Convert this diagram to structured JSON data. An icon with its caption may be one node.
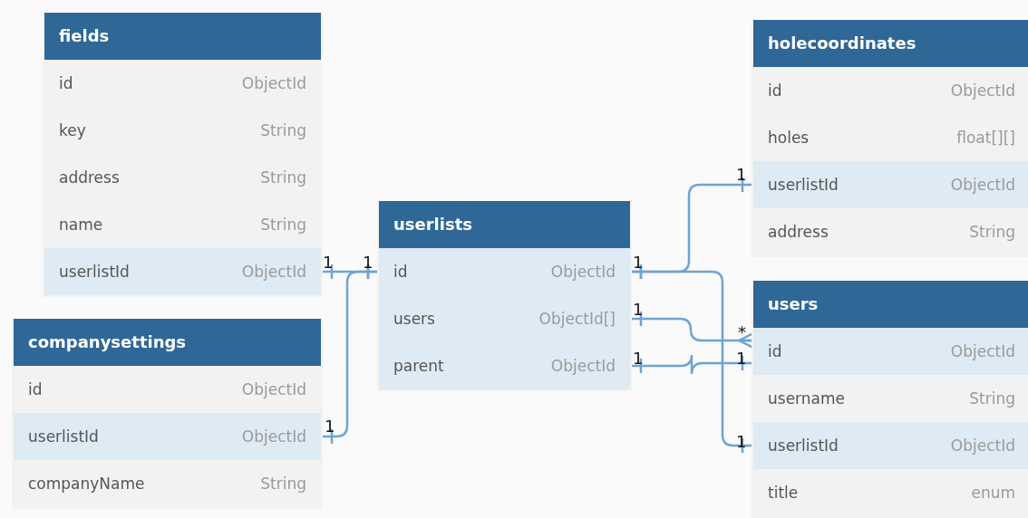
{
  "diagram": {
    "nodes": [
      {
        "text": [
          "fields"
        ]
      },
      {
        "text": [
          "id",
          "ObjectId"
        ],
        "in": 0
      },
      {
        "text": [
          "key",
          "String"
        ],
        "in": 0
      },
      {
        "text": [
          "address",
          "String"
        ],
        "in": 0
      },
      {
        "text": [
          "name",
          "String"
        ],
        "in": 0
      },
      {
        "text": [
          "userlistId",
          "ObjectId"
        ],
        "in": 0
      },
      {
        "text": [
          "holecoordinates"
        ]
      },
      {
        "text": [
          "id",
          "ObjectId"
        ],
        "in": 6
      },
      {
        "text": [
          "holes",
          "float[][]"
        ],
        "in": 6
      },
      {
        "text": [
          "userlistId",
          "ObjectId"
        ],
        "in": 6
      },
      {
        "text": [
          "address",
          "String"
        ],
        "in": 6
      },
      {
        "text": [
          "userlists"
        ]
      },
      {
        "text": [
          "id",
          "ObjectId"
        ],
        "in": 11
      },
      {
        "text": [
          "users",
          "ObjectId[]"
        ],
        "in": 11
      },
      {
        "text": [
          "parent",
          "ObjectId"
        ],
        "in": 11
      },
      {
        "text": [
          "companysettings"
        ]
      },
      {
        "text": [
          "id",
          "ObjectId"
        ],
        "in": 15
      },
      {
        "text": [
          "userlistId",
          "ObjectId"
        ],
        "in": 15
      },
      {
        "text": [
          "companyName",
          "String"
        ],
        "in": 15
      },
      {
        "text": [
          "users"
        ]
      },
      {
        "text": [
          "id",
          "ObjectId"
        ],
        "in": 19
      },
      {
        "text": [
          "username",
          "String"
        ],
        "in": 19
      },
      {
        "text": [
          "userlistId",
          "ObjectId"
        ],
        "in": 19
      },
      {
        "text": [
          "title",
          "enum"
        ],
        "in": 19
      }
    ],
    "edges": [
      {
        "from": 5,
        "to": 12,
        "arrow": "other"
      },
      {
        "from": 17,
        "to": 12,
        "arrow": "other"
      },
      {
        "from": 12,
        "to": 9,
        "arrow": "other"
      },
      {
        "from": 12,
        "to": 22,
        "arrow": "other"
      },
      {
        "from": 13,
        "to": 20,
        "arrow": "other"
      },
      {
        "from": 14,
        "to": 20,
        "arrow": "other"
      }
    ],
    "labels": [
      "1",
      "1",
      "1",
      "1",
      "1",
      "*",
      "1",
      "1",
      "1",
      "1"
    ]
  }
}
